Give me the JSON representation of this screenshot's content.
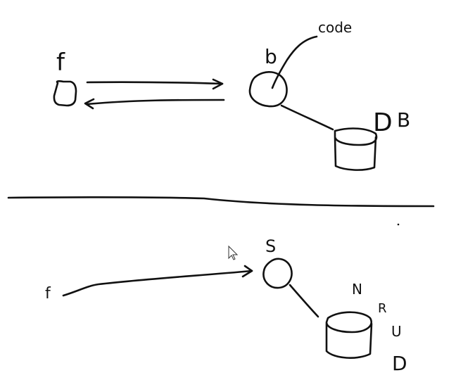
{
  "top": {
    "client_label": "f",
    "server_label": "b",
    "code_label": "code",
    "db_label": "D",
    "db_label2": "B"
  },
  "bottom": {
    "client_label": "f",
    "server_label": "S",
    "db_labels": [
      "N",
      "R",
      "U",
      "D"
    ]
  },
  "colors": {
    "ink": "#111111",
    "background": "#ffffff"
  },
  "icons": {
    "cursor": "mouse-pointer-icon"
  }
}
